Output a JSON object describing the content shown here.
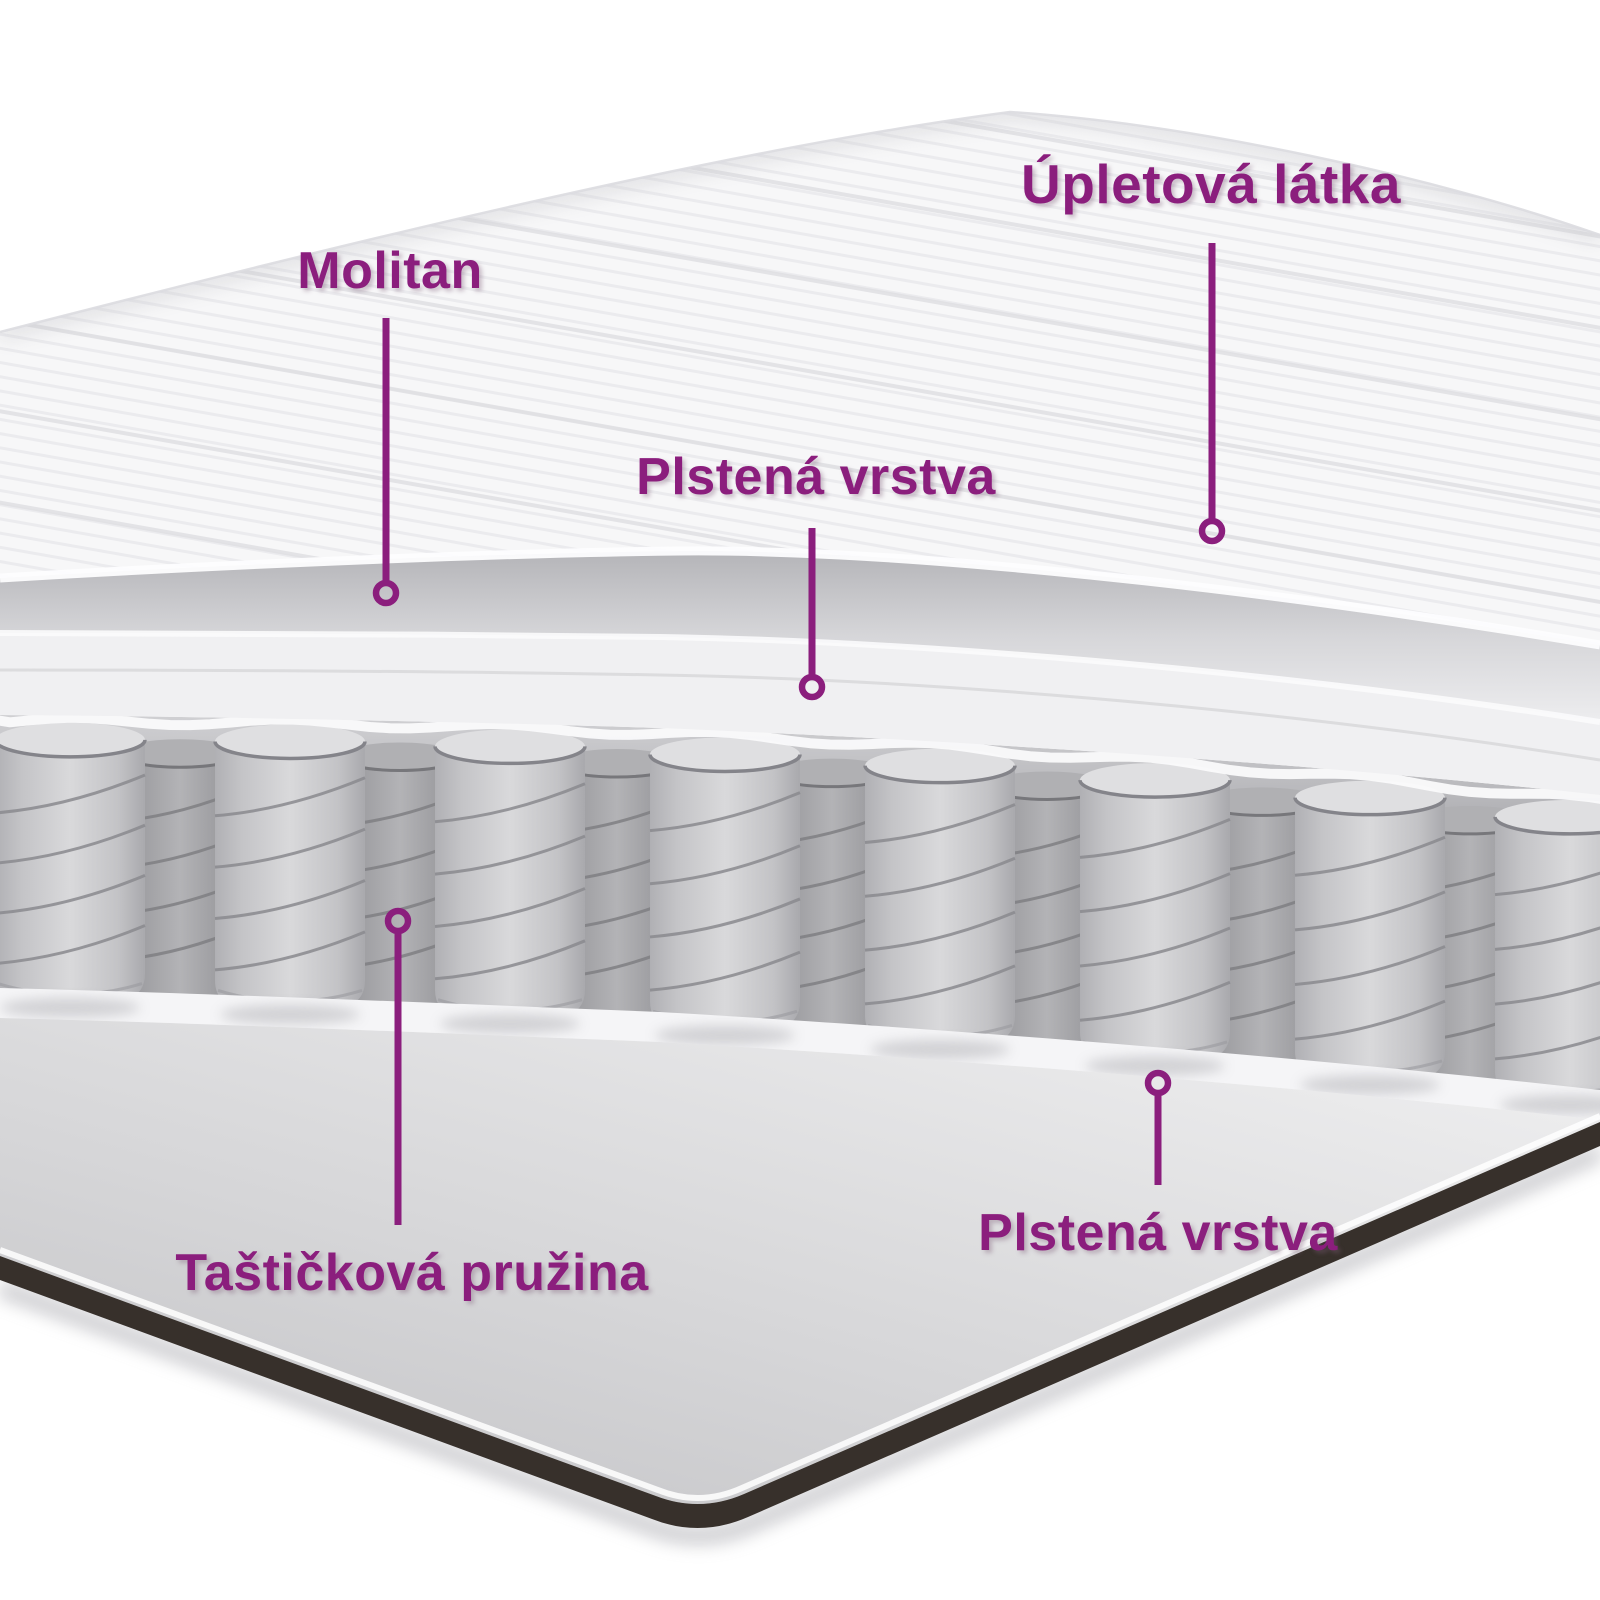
{
  "labels": [
    {
      "id": "upletova-latka",
      "text": "Úpletová látka"
    },
    {
      "id": "molitan",
      "text": "Molitan"
    },
    {
      "id": "plstena-vrstva-top",
      "text": "Plstená vrstva"
    },
    {
      "id": "tastickova-pruzina",
      "text": "Taštičková pružina"
    },
    {
      "id": "plstena-vrstva-bottom",
      "text": "Plstená vrstva"
    }
  ],
  "colors": {
    "accent": "#8B1E7D",
    "mattress_edge": "#37302B",
    "background": "#FFFFFF"
  }
}
